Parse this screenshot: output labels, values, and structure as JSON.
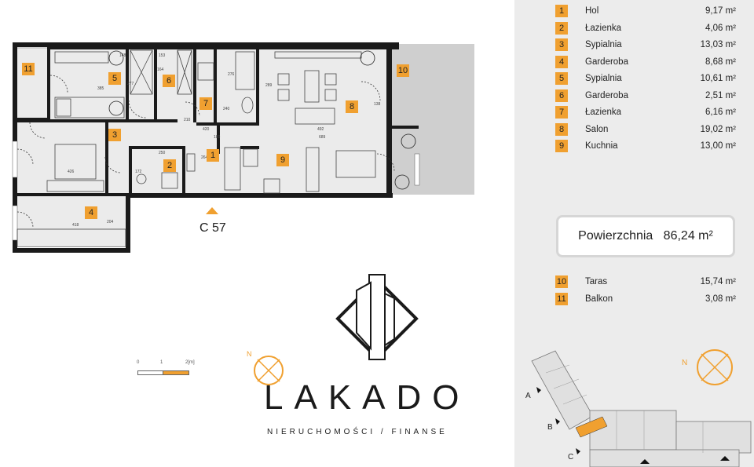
{
  "rooms": [
    {
      "num": "1",
      "name": "Hol",
      "area": "9,17 m²"
    },
    {
      "num": "2",
      "name": "Łazienka",
      "area": "4,06 m²"
    },
    {
      "num": "3",
      "name": "Sypialnia",
      "area": "13,03 m²"
    },
    {
      "num": "4",
      "name": "Garderoba",
      "area": "8,68 m²"
    },
    {
      "num": "5",
      "name": "Sypialnia",
      "area": "10,61 m²"
    },
    {
      "num": "6",
      "name": "Garderoba",
      "area": "2,51 m²"
    },
    {
      "num": "7",
      "name": "Łazienka",
      "area": "6,16 m²"
    },
    {
      "num": "8",
      "name": "Salon",
      "area": "19,02 m²"
    },
    {
      "num": "9",
      "name": "Kuchnia",
      "area": "13,00 m²"
    }
  ],
  "total_area": {
    "label": "Powierzchnia",
    "value": "86,24 m²"
  },
  "outdoor": [
    {
      "num": "10",
      "name": "Taras",
      "area": "15,74 m²"
    },
    {
      "num": "11",
      "name": "Balkon",
      "area": "3,08 m²"
    }
  ],
  "entrance_label": "C 57",
  "plan_badges": [
    "11",
    "5",
    "6",
    "7",
    "8",
    "10",
    "3",
    "1",
    "2",
    "9",
    "4"
  ],
  "dimensions": [
    "385",
    "277",
    "164",
    "153",
    "276",
    "240",
    "289",
    "420",
    "180",
    "492",
    "689",
    "250",
    "172",
    "264",
    "426",
    "418",
    "204",
    "210",
    "148",
    "138"
  ],
  "scale": {
    "t0": "0",
    "t1": "1",
    "t2": "2[m]"
  },
  "logo": {
    "name": "LAKADO",
    "tagline": "NIERUCHOMOŚCI / FINANSE"
  },
  "compass_letter": "N",
  "keyplan_labels": {
    "a": "A",
    "b": "B",
    "c": "C"
  },
  "colors": {
    "accent": "#f0a030",
    "panel": "#ececec",
    "wall": "#1a1a1a"
  }
}
